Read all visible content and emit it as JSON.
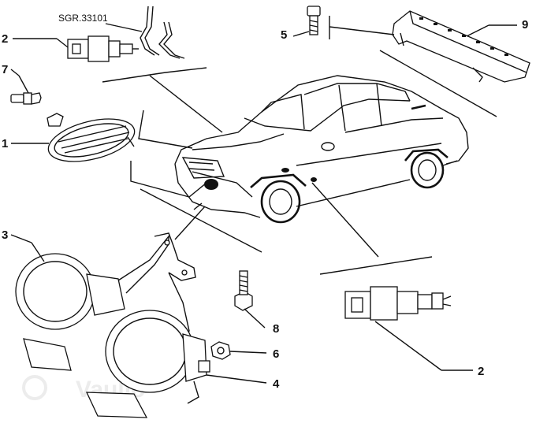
{
  "reference_code": "SGR.33101",
  "callouts": {
    "c2_top": "2",
    "c7": "7",
    "c1": "1",
    "c3": "3",
    "c5": "5",
    "c9": "9",
    "c8": "8",
    "c6": "6",
    "c4": "4",
    "c2_bottom": "2"
  },
  "highlight_color": "#3f93d8",
  "watermark": "Vaulio"
}
